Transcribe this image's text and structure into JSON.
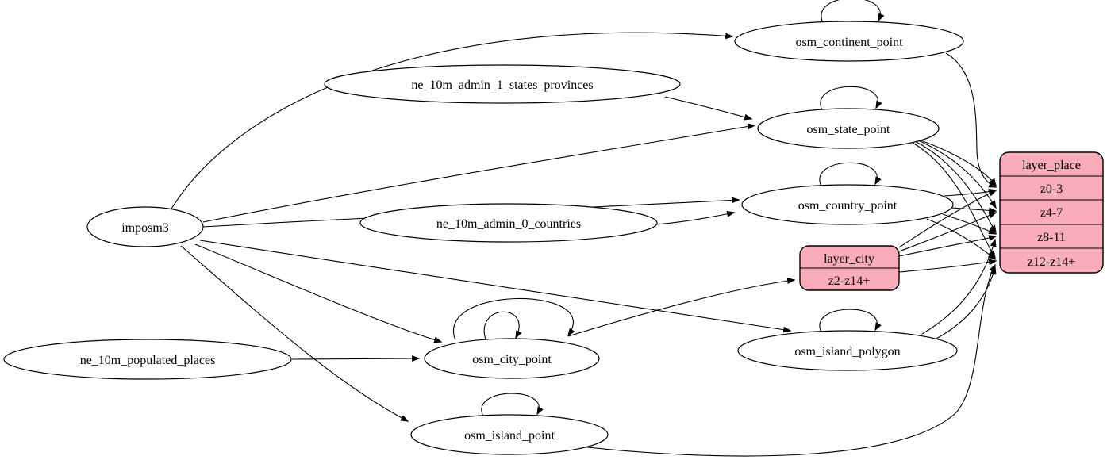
{
  "diagram": {
    "type": "etl-dependency-graph",
    "background": "#ffffff",
    "edge_color": "#000000",
    "node_fill": "#ffffff",
    "record_fill": "#f9adba",
    "nodes": [
      {
        "id": "imposm3",
        "label": "imposm3",
        "shape": "ellipse"
      },
      {
        "id": "ne_10m_admin_1_states_provinces",
        "label": "ne_10m_admin_1_states_provinces",
        "shape": "ellipse"
      },
      {
        "id": "ne_10m_admin_0_countries",
        "label": "ne_10m_admin_0_countries",
        "shape": "ellipse"
      },
      {
        "id": "ne_10m_populated_places",
        "label": "ne_10m_populated_places",
        "shape": "ellipse"
      },
      {
        "id": "osm_continent_point",
        "label": "osm_continent_point",
        "shape": "ellipse"
      },
      {
        "id": "osm_state_point",
        "label": "osm_state_point",
        "shape": "ellipse"
      },
      {
        "id": "osm_country_point",
        "label": "osm_country_point",
        "shape": "ellipse"
      },
      {
        "id": "osm_city_point",
        "label": "osm_city_point",
        "shape": "ellipse"
      },
      {
        "id": "osm_island_polygon",
        "label": "osm_island_polygon",
        "shape": "ellipse"
      },
      {
        "id": "osm_island_point",
        "label": "osm_island_point",
        "shape": "ellipse"
      }
    ],
    "records": {
      "layer_place": {
        "title": "layer_place",
        "rows": [
          "z0-3",
          "z4-7",
          "z8-11",
          "z12-z14+"
        ]
      },
      "layer_city": {
        "title": "layer_city",
        "rows": [
          "z2-z14+"
        ]
      }
    },
    "edges": [
      {
        "from": "imposm3",
        "to": "osm_continent_point"
      },
      {
        "from": "imposm3",
        "to": "osm_state_point"
      },
      {
        "from": "imposm3",
        "to": "osm_country_point"
      },
      {
        "from": "imposm3",
        "to": "osm_city_point"
      },
      {
        "from": "imposm3",
        "to": "osm_island_polygon"
      },
      {
        "from": "imposm3",
        "to": "osm_island_point"
      },
      {
        "from": "ne_10m_admin_1_states_provinces",
        "to": "osm_state_point"
      },
      {
        "from": "ne_10m_admin_0_countries",
        "to": "osm_country_point"
      },
      {
        "from": "ne_10m_populated_places",
        "to": "osm_city_point"
      },
      {
        "from": "osm_continent_point",
        "to": "osm_continent_point"
      },
      {
        "from": "osm_state_point",
        "to": "osm_state_point"
      },
      {
        "from": "osm_country_point",
        "to": "osm_country_point"
      },
      {
        "from": "osm_city_point",
        "to": "osm_city_point"
      },
      {
        "from": "osm_city_point",
        "to": "osm_city_point"
      },
      {
        "from": "osm_island_polygon",
        "to": "osm_island_polygon"
      },
      {
        "from": "osm_island_point",
        "to": "osm_island_point"
      },
      {
        "from": "osm_continent_point",
        "to": "layer_place:z0-3"
      },
      {
        "from": "osm_state_point",
        "to": "layer_place:z0-3"
      },
      {
        "from": "osm_state_point",
        "to": "layer_place:z4-7"
      },
      {
        "from": "osm_state_point",
        "to": "layer_place:z8-11"
      },
      {
        "from": "osm_state_point",
        "to": "layer_place:z12-z14+"
      },
      {
        "from": "osm_country_point",
        "to": "layer_place:z0-3"
      },
      {
        "from": "osm_country_point",
        "to": "layer_place:z4-7"
      },
      {
        "from": "osm_country_point",
        "to": "layer_place:z8-11"
      },
      {
        "from": "osm_country_point",
        "to": "layer_place:z12-z14+"
      },
      {
        "from": "osm_city_point",
        "to": "layer_city:z2-z14+"
      },
      {
        "from": "layer_city",
        "to": "layer_place:z0-3"
      },
      {
        "from": "layer_city",
        "to": "layer_place:z4-7"
      },
      {
        "from": "layer_city",
        "to": "layer_place:z8-11"
      },
      {
        "from": "layer_city",
        "to": "layer_place:z12-z14+"
      },
      {
        "from": "osm_island_polygon",
        "to": "layer_place:z8-11"
      },
      {
        "from": "osm_island_polygon",
        "to": "layer_place:z12-z14+"
      },
      {
        "from": "osm_island_point",
        "to": "layer_place:z12-z14+"
      }
    ]
  }
}
